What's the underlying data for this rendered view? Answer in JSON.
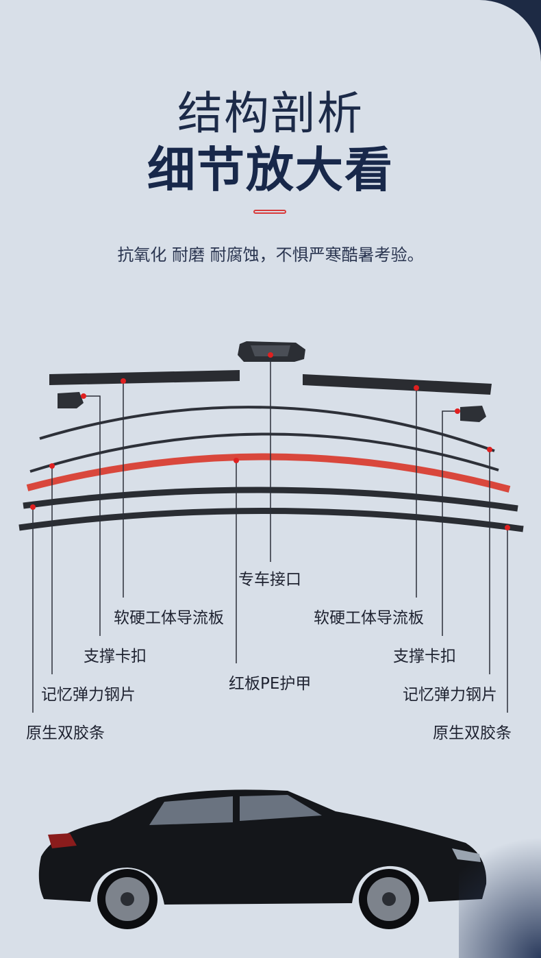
{
  "header": {
    "title_line1": "结构剖析",
    "title_line2": "细节放大看",
    "subtitle": "抗氧化 耐磨 耐腐蚀，不惧严寒酷暑考验。"
  },
  "parts": {
    "adapter": "专车接口",
    "spoiler_left": "软硬工体导流板",
    "spoiler_right": "软硬工体导流板",
    "end_cap_left": "支撑卡扣",
    "end_cap_right": "支撑卡扣",
    "pe_plate": "红板PE护甲",
    "spring_steel_left": "记忆弹力钢片",
    "spring_steel_right": "记忆弹力钢片",
    "rubber_left": "原生双胶条",
    "rubber_right": "原生双胶条"
  },
  "colors": {
    "background": "#d8dfe8",
    "title": "#1c2a48",
    "accent_red": "#d83a3a",
    "pe_red": "#d9473c"
  }
}
